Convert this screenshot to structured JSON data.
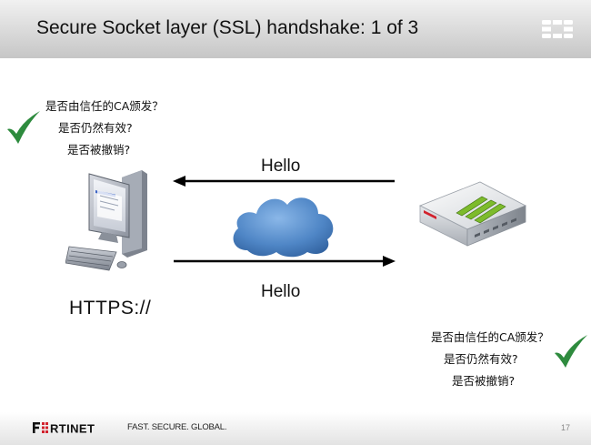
{
  "slide": {
    "title": "Secure Socket layer (SSL) handshake: 1 of 3",
    "client_questions": [
      "是否由信任的CA颁发？",
      "是否仍然有效?",
      "是否被撤销?"
    ],
    "server_questions": [
      "是否由信任的CA颁发？",
      "是否仍然有效?",
      "是否被撤销?"
    ],
    "arrow_top_label": "Hello",
    "arrow_bottom_label": "Hello",
    "client_protocol": "HTTPS://",
    "check_color": "#2e8b3e",
    "cloud_color": "#4f86c6"
  },
  "footer": {
    "brand": "FORTINET",
    "tagline": "FAST. SECURE. GLOBAL.",
    "page_number": "17"
  }
}
